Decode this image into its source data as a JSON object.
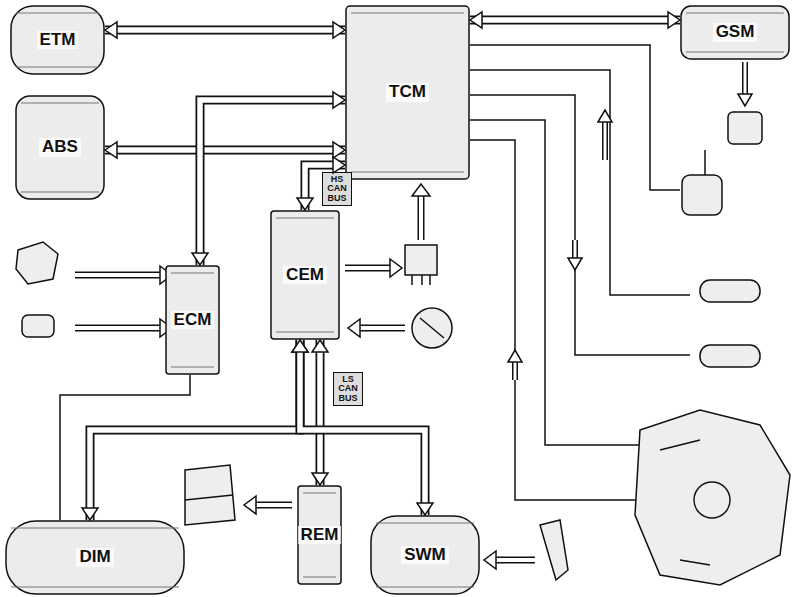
{
  "diagram": {
    "nodes": [
      {
        "text": [
          "ETM"
        ]
      },
      {
        "text": [
          "TCM"
        ]
      },
      {
        "text": [
          "GSM"
        ]
      },
      {
        "text": [
          "ABS"
        ]
      },
      {
        "text": [
          "CEM"
        ]
      },
      {
        "text": [
          "ECM"
        ]
      },
      {
        "text": [
          "REM"
        ]
      },
      {
        "text": [
          "DIM"
        ]
      },
      {
        "text": [
          "SWM"
        ]
      }
    ],
    "edges": [
      {
        "from": 1,
        "to": 0,
        "arrow": "both"
      },
      {
        "from": 1,
        "to": 2,
        "arrow": "both"
      },
      {
        "from": 1,
        "to": 3,
        "arrow": "both"
      },
      {
        "from": 1,
        "to": 5,
        "arrow": "both"
      },
      {
        "from": 1,
        "to": 4,
        "arrow": "both"
      },
      {
        "from": 4,
        "to": 6,
        "arrow": "both"
      },
      {
        "from": 4,
        "to": 7,
        "arrow": "both"
      },
      {
        "from": 4,
        "to": 8,
        "arrow": "both"
      },
      {
        "from": 5,
        "to": 7,
        "arrow": "none"
      }
    ],
    "labels": [
      "HS CAN BUS",
      "LS CAN BUS"
    ]
  }
}
